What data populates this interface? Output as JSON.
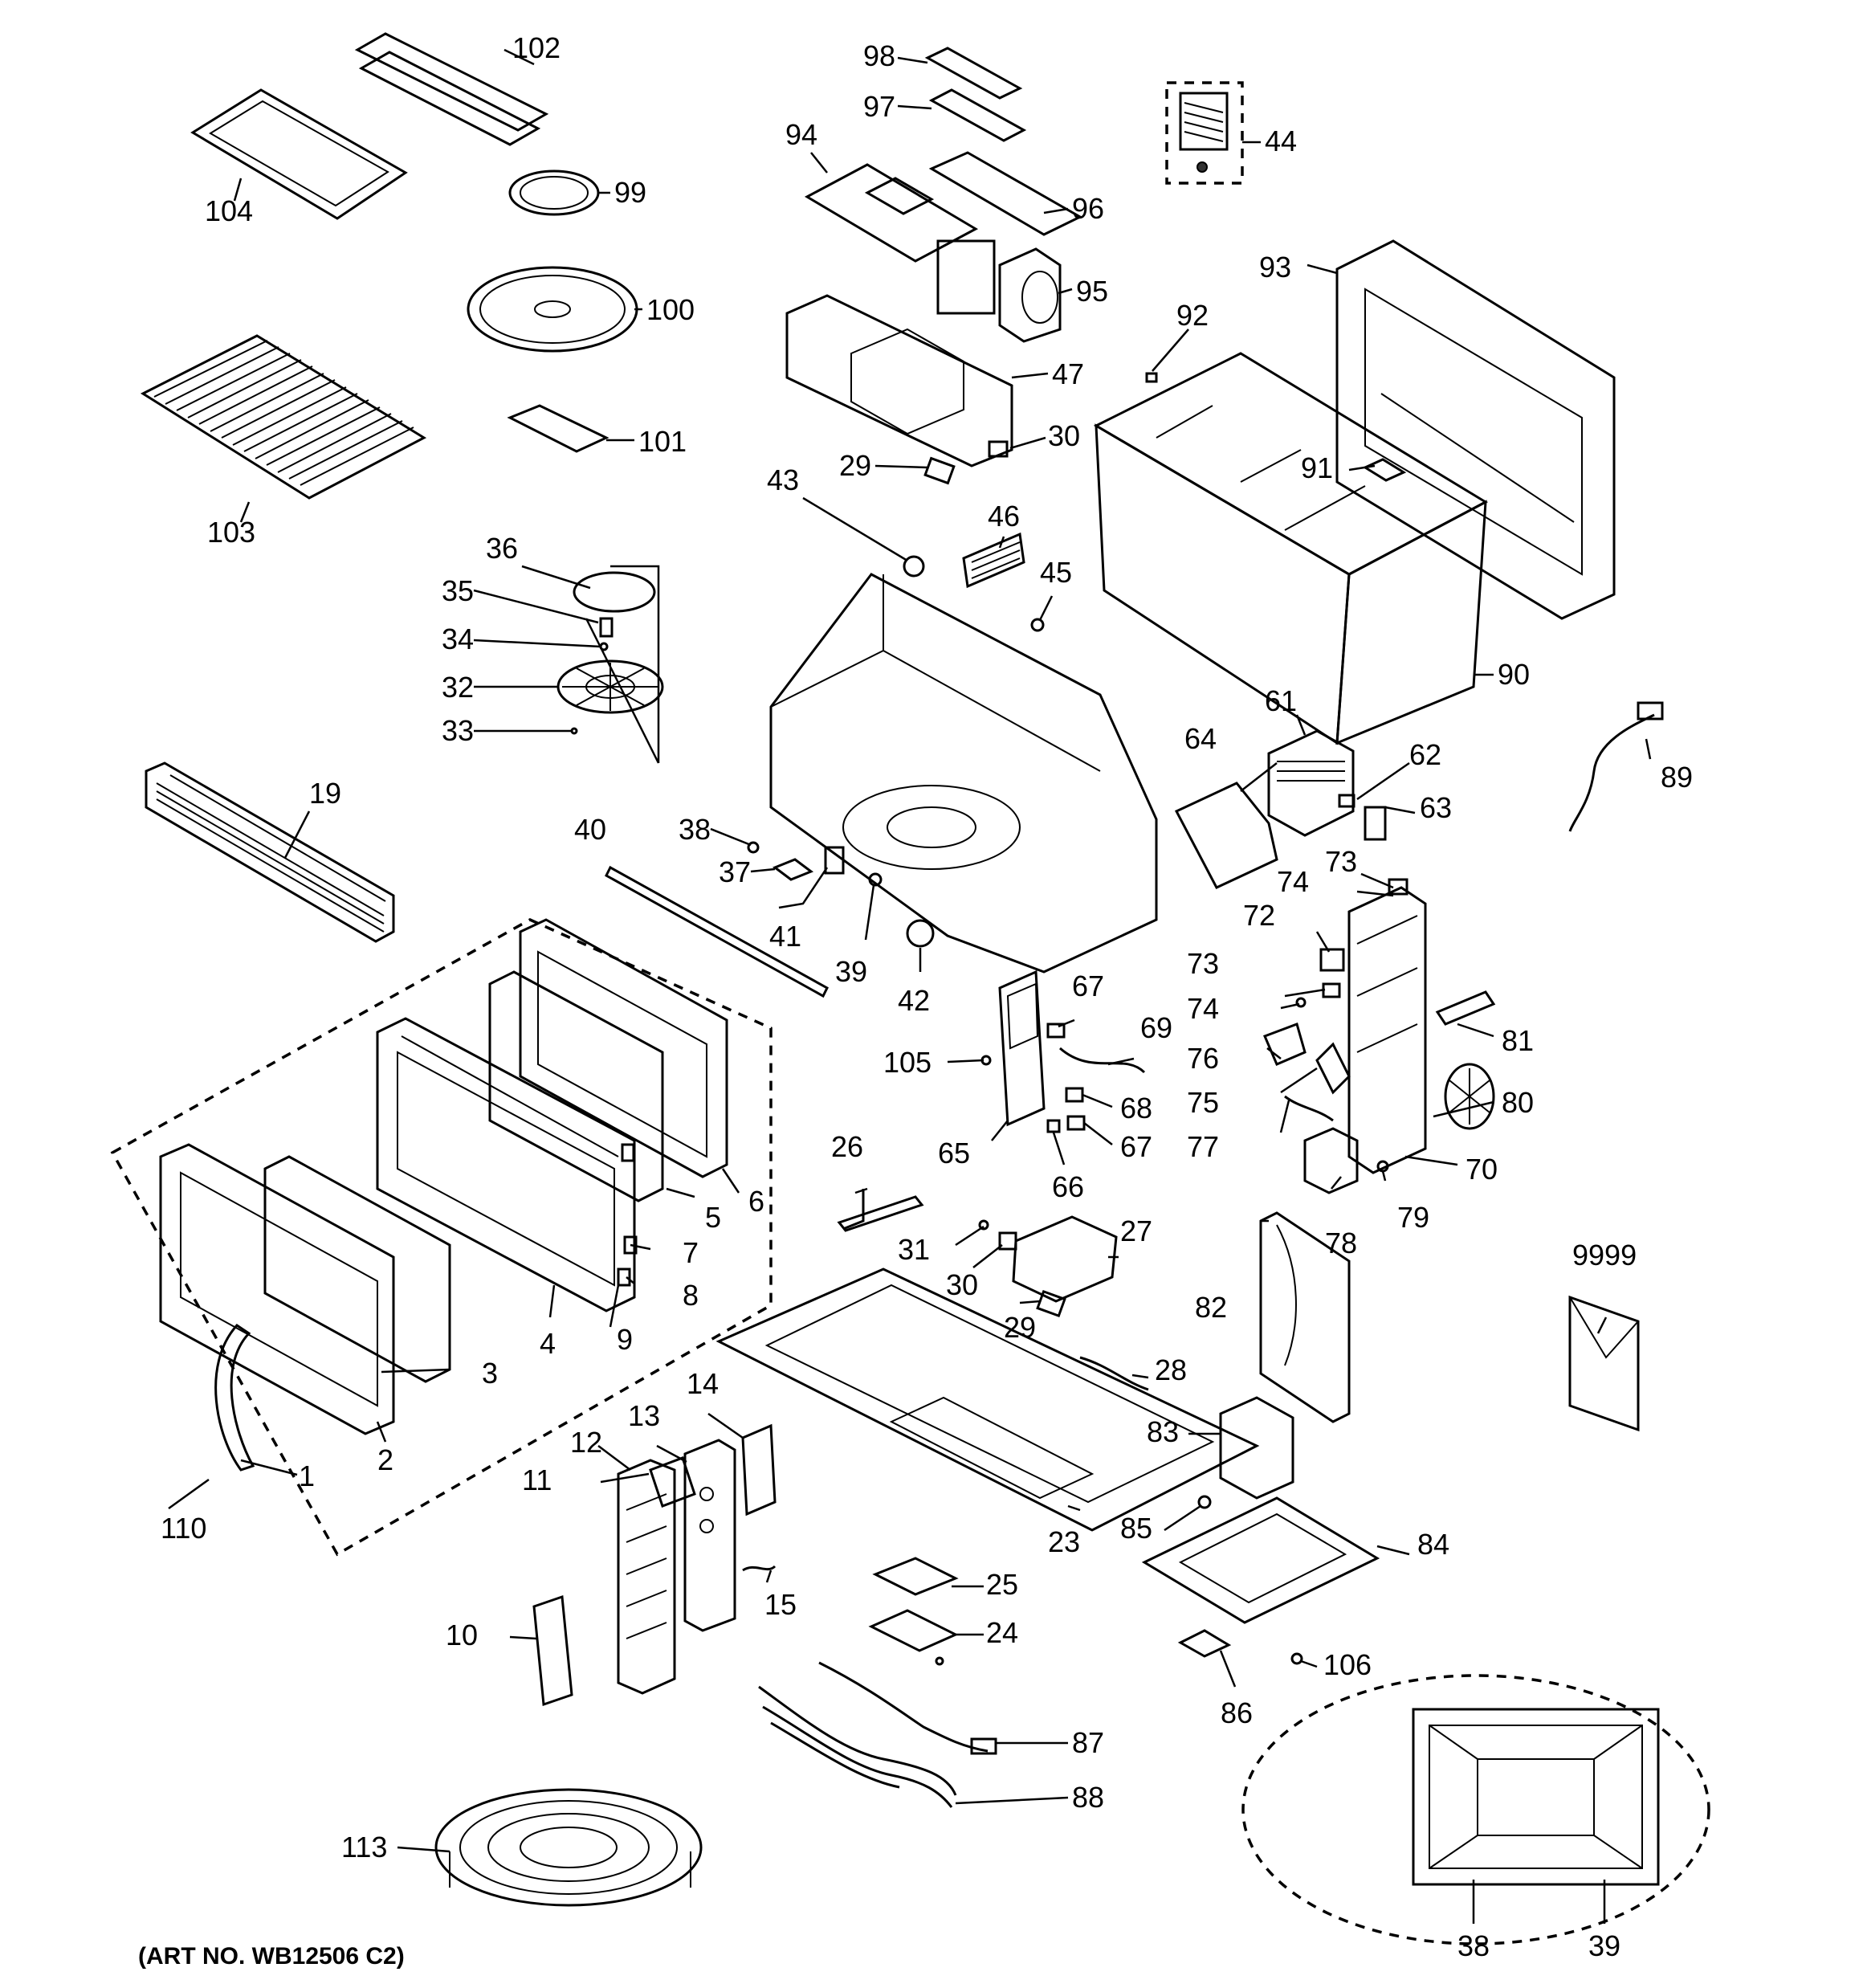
{
  "art_number": "(ART NO. WB12506 C2)",
  "labels": [
    "1",
    "2",
    "3",
    "4",
    "5",
    "6",
    "7",
    "8",
    "9",
    "10",
    "11",
    "12",
    "13",
    "14",
    "15",
    "19",
    "23",
    "24",
    "25",
    "26",
    "27",
    "28",
    "29",
    "29",
    "30",
    "30",
    "31",
    "32",
    "33",
    "34",
    "35",
    "36",
    "37",
    "38",
    "38",
    "39",
    "39",
    "40",
    "41",
    "42",
    "43",
    "44",
    "45",
    "46",
    "47",
    "61",
    "62",
    "63",
    "64",
    "65",
    "66",
    "67",
    "67",
    "68",
    "69",
    "70",
    "72",
    "73",
    "73",
    "74",
    "74",
    "75",
    "76",
    "77",
    "78",
    "79",
    "80",
    "81",
    "82",
    "83",
    "84",
    "85",
    "86",
    "87",
    "88",
    "89",
    "90",
    "91",
    "92",
    "93",
    "94",
    "95",
    "96",
    "97",
    "98",
    "99",
    "100",
    "101",
    "102",
    "103",
    "104",
    "105",
    "106",
    "110",
    "113",
    "9999"
  ]
}
